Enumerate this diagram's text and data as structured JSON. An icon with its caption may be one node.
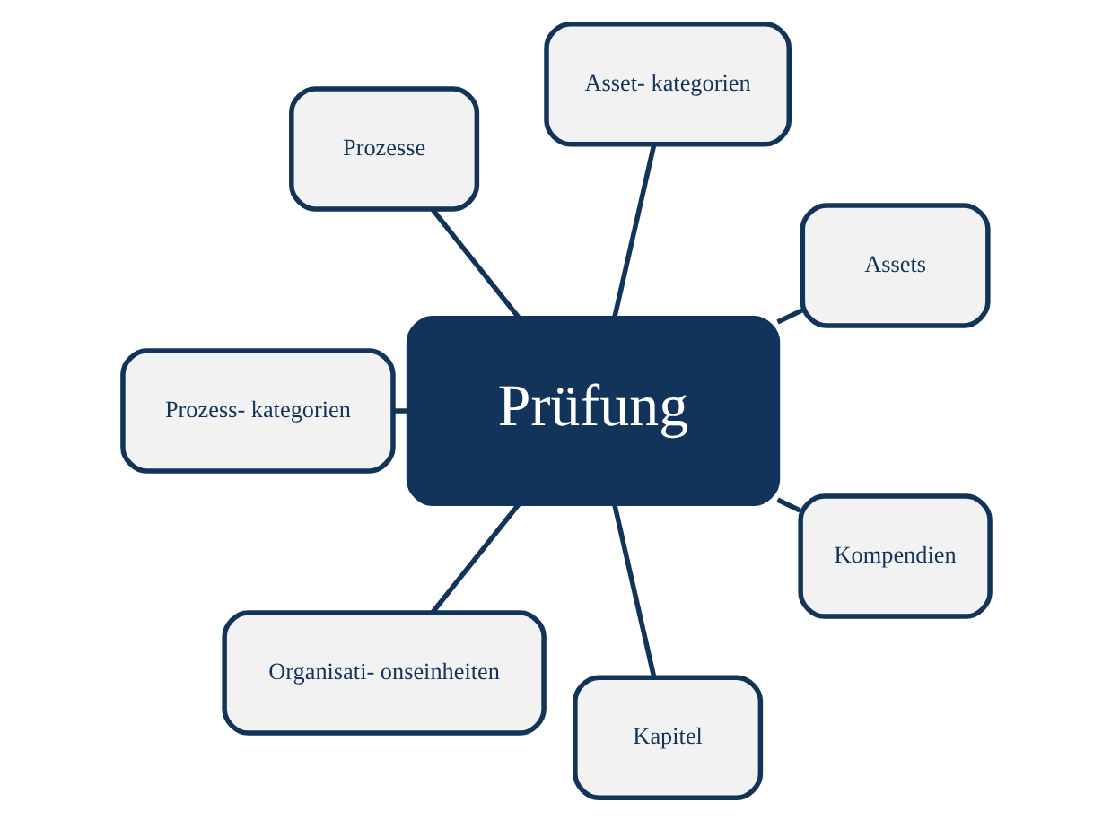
{
  "diagram": {
    "nodes": [
      {
        "text": [
          "Prüfung"
        ]
      },
      {
        "text": [
          "Assets"
        ]
      },
      {
        "text": [
          "Asset- kategorien"
        ]
      },
      {
        "text": [
          "Prozesse"
        ]
      },
      {
        "text": [
          "Prozess- kategorien"
        ]
      },
      {
        "text": [
          "Organisati- onseinheiten"
        ]
      },
      {
        "text": [
          "Kapitel"
        ]
      },
      {
        "text": [
          "Kompendien"
        ]
      }
    ],
    "edges": [
      {
        "from": 0,
        "to": 1,
        "arrow": "none"
      },
      {
        "from": 0,
        "to": 2,
        "arrow": "none"
      },
      {
        "from": 0,
        "to": 3,
        "arrow": "none"
      },
      {
        "from": 0,
        "to": 4,
        "arrow": "none"
      },
      {
        "from": 0,
        "to": 5,
        "arrow": "none"
      },
      {
        "from": 0,
        "to": 6,
        "arrow": "none"
      },
      {
        "from": 0,
        "to": 7,
        "arrow": "none"
      }
    ]
  }
}
